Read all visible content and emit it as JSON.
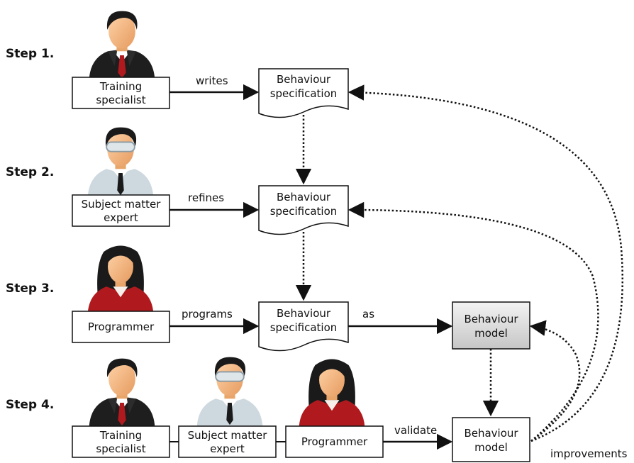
{
  "steps": [
    {
      "label": "Step 1."
    },
    {
      "label": "Step 2."
    },
    {
      "label": "Step 3."
    },
    {
      "label": "Step 4."
    }
  ],
  "actors": {
    "training_specialist": [
      "Training",
      "specialist"
    ],
    "subject_matter_expert": [
      "Subject matter",
      "expert"
    ],
    "programmer": [
      "Programmer"
    ]
  },
  "artifacts": {
    "spec": [
      "Behaviour",
      "specification"
    ],
    "model": [
      "Behaviour",
      "model"
    ]
  },
  "edges": {
    "writes": "writes",
    "refines": "refines",
    "programs": "programs",
    "as": "as",
    "validate": "validate",
    "improvements": "improvements"
  },
  "colors": {
    "line": "#111111",
    "model_fill_top": "#f3f3f3",
    "model_fill_bottom": "#c6c6c6",
    "suit_dark": "#1e1e1e",
    "coat_light": "#cdd9df",
    "jacket_red": "#b01a1e",
    "skin": "#f2b27b",
    "hair_dark": "#1a1a1a"
  },
  "icons": [
    "businessman-icon",
    "scientist-icon",
    "businesswoman-icon"
  ]
}
